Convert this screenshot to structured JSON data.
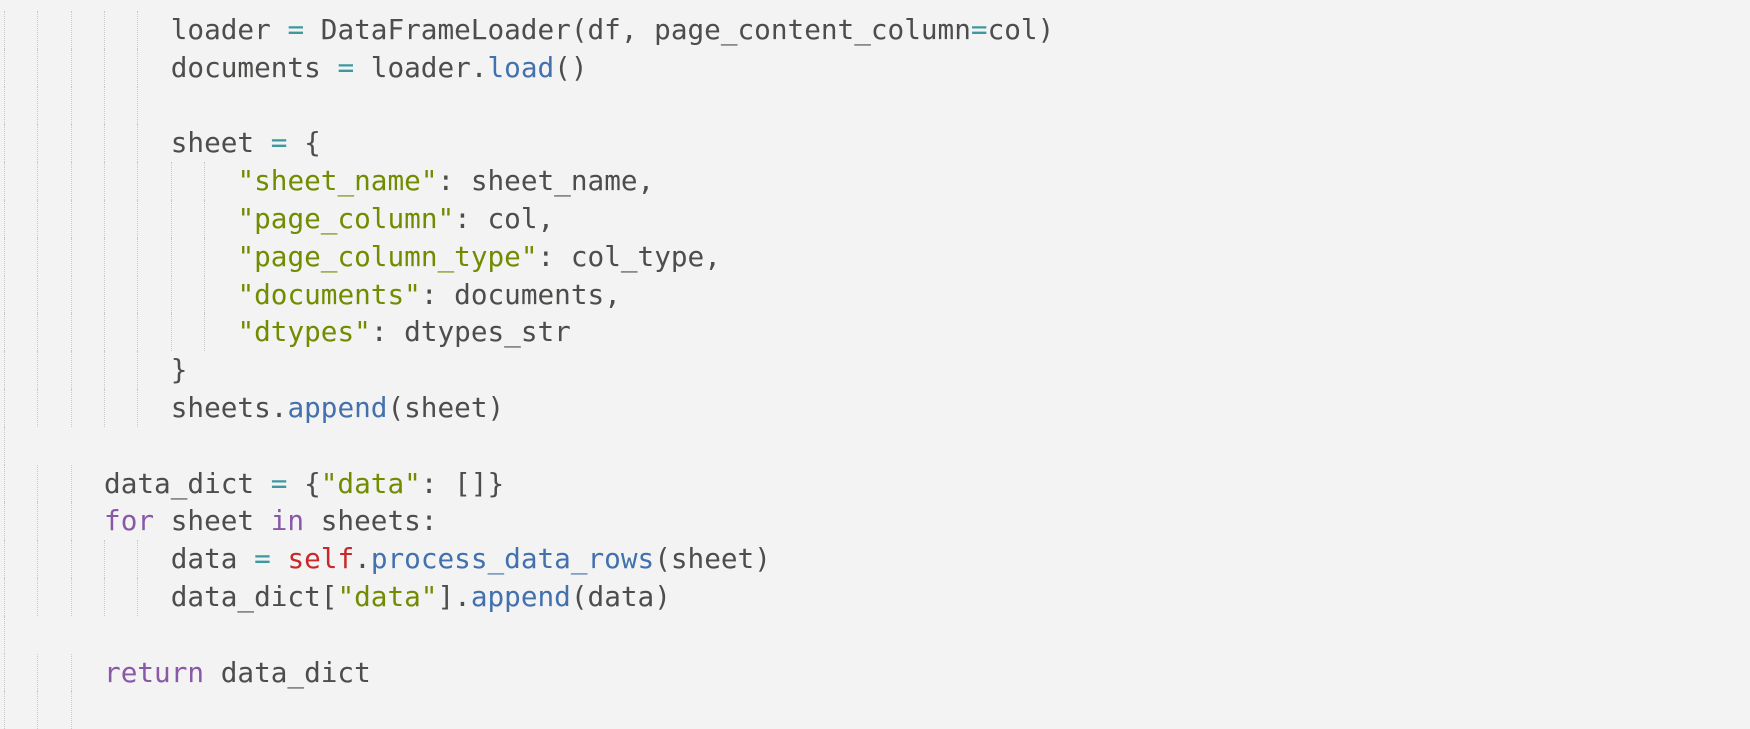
{
  "theme": {
    "background": "#f3f3f3",
    "text": "#4d4d4c",
    "operator": "#3e999f",
    "string": "#718c00",
    "function": "#4271ae",
    "keyword": "#8959a8",
    "self": "#c82829"
  },
  "lines": [
    {
      "indent": 10,
      "guides": [
        0,
        2,
        4,
        6,
        8
      ],
      "tokens": [
        [
          "pl",
          "loader "
        ],
        [
          "op",
          "="
        ],
        [
          "pl",
          " DataFrameLoader(df, page_content_column"
        ],
        [
          "op",
          "="
        ],
        [
          "pl",
          "col)"
        ]
      ]
    },
    {
      "indent": 10,
      "guides": [
        0,
        2,
        4,
        6,
        8
      ],
      "tokens": [
        [
          "pl",
          "documents "
        ],
        [
          "op",
          "="
        ],
        [
          "pl",
          " loader."
        ],
        [
          "fn",
          "load"
        ],
        [
          "pl",
          "()"
        ]
      ]
    },
    {
      "indent": 10,
      "guides": [
        0,
        2,
        4,
        6,
        8
      ],
      "tokens": []
    },
    {
      "indent": 10,
      "guides": [
        0,
        2,
        4,
        6,
        8
      ],
      "tokens": [
        [
          "pl",
          "sheet "
        ],
        [
          "op",
          "="
        ],
        [
          "pl",
          " {"
        ]
      ]
    },
    {
      "indent": 14,
      "guides": [
        0,
        2,
        4,
        6,
        8,
        10,
        12
      ],
      "tokens": [
        [
          "str",
          "\"sheet_name\""
        ],
        [
          "pl",
          ": sheet_name,"
        ]
      ]
    },
    {
      "indent": 14,
      "guides": [
        0,
        2,
        4,
        6,
        8,
        10,
        12
      ],
      "tokens": [
        [
          "str",
          "\"page_column\""
        ],
        [
          "pl",
          ": col,"
        ]
      ]
    },
    {
      "indent": 14,
      "guides": [
        0,
        2,
        4,
        6,
        8,
        10,
        12
      ],
      "tokens": [
        [
          "str",
          "\"page_column_type\""
        ],
        [
          "pl",
          ": col_type,"
        ]
      ]
    },
    {
      "indent": 14,
      "guides": [
        0,
        2,
        4,
        6,
        8,
        10,
        12
      ],
      "tokens": [
        [
          "str",
          "\"documents\""
        ],
        [
          "pl",
          ": documents,"
        ]
      ]
    },
    {
      "indent": 14,
      "guides": [
        0,
        2,
        4,
        6,
        8,
        10,
        12
      ],
      "tokens": [
        [
          "str",
          "\"dtypes\""
        ],
        [
          "pl",
          ": dtypes_str"
        ]
      ]
    },
    {
      "indent": 10,
      "guides": [
        0,
        2,
        4,
        6,
        8
      ],
      "tokens": [
        [
          "pl",
          "}"
        ]
      ]
    },
    {
      "indent": 10,
      "guides": [
        0,
        2,
        4,
        6,
        8
      ],
      "tokens": [
        [
          "pl",
          "sheets."
        ],
        [
          "fn",
          "append"
        ],
        [
          "pl",
          "(sheet)"
        ]
      ]
    },
    {
      "indent": 6,
      "guides": [
        0
      ],
      "tokens": []
    },
    {
      "indent": 6,
      "guides": [
        0,
        2,
        4
      ],
      "tokens": [
        [
          "pl",
          "data_dict "
        ],
        [
          "op",
          "="
        ],
        [
          "pl",
          " {"
        ],
        [
          "str",
          "\"data\""
        ],
        [
          "pl",
          ": []}"
        ]
      ]
    },
    {
      "indent": 6,
      "guides": [
        0,
        2,
        4
      ],
      "tokens": [
        [
          "kw",
          "for"
        ],
        [
          "pl",
          " sheet "
        ],
        [
          "kw",
          "in"
        ],
        [
          "pl",
          " sheets:"
        ]
      ]
    },
    {
      "indent": 10,
      "guides": [
        0,
        2,
        4,
        6,
        8
      ],
      "tokens": [
        [
          "pl",
          "data "
        ],
        [
          "op",
          "="
        ],
        [
          "pl",
          " "
        ],
        [
          "self",
          "self"
        ],
        [
          "pl",
          "."
        ],
        [
          "fn",
          "process_data_rows"
        ],
        [
          "pl",
          "(sheet)"
        ]
      ]
    },
    {
      "indent": 10,
      "guides": [
        0,
        2,
        4,
        6,
        8
      ],
      "tokens": [
        [
          "pl",
          "data_dict["
        ],
        [
          "str",
          "\"data\""
        ],
        [
          "pl",
          "]."
        ],
        [
          "fn",
          "append"
        ],
        [
          "pl",
          "(data)"
        ]
      ]
    },
    {
      "indent": 6,
      "guides": [
        0
      ],
      "tokens": []
    },
    {
      "indent": 6,
      "guides": [
        0,
        2,
        4
      ],
      "tokens": [
        [
          "kw",
          "return"
        ],
        [
          "pl",
          " data_dict"
        ]
      ]
    },
    {
      "indent": 6,
      "guides": [
        0,
        2,
        4
      ],
      "tokens": []
    }
  ]
}
